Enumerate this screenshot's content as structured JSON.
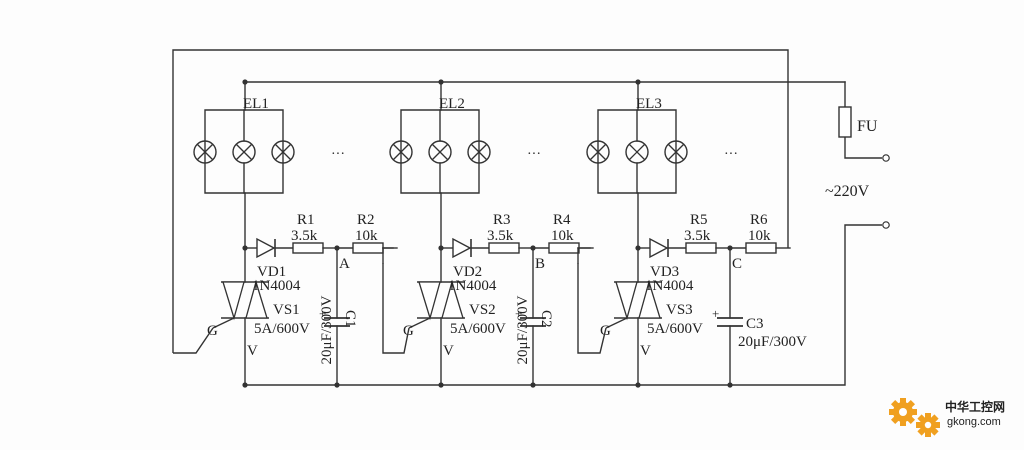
{
  "diagram": {
    "supply_label": "~220V",
    "fuse_label": "FU",
    "gate_label": "G",
    "v_label": "V",
    "ellipsis": "···",
    "stages": [
      {
        "lamp": "EL1",
        "r_a": "R1",
        "r_a_val": "3.5k",
        "r_b": "R2",
        "r_b_val": "10k",
        "node": "A",
        "diode": "VD1",
        "diode_type": "1N4004",
        "triac": "VS1",
        "triac_rating": "5A/600V",
        "cap": "C1",
        "cap_val": "20μF/300V"
      },
      {
        "lamp": "EL2",
        "r_a": "R3",
        "r_a_val": "3.5k",
        "r_b": "R4",
        "r_b_val": "10k",
        "node": "B",
        "diode": "VD2",
        "diode_type": "1N4004",
        "triac": "VS2",
        "triac_rating": "5A/600V",
        "cap": "C2",
        "cap_val": "20μF/300V"
      },
      {
        "lamp": "EL3",
        "r_a": "R5",
        "r_a_val": "3.5k",
        "r_b": "R6",
        "r_b_val": "10k",
        "node": "C",
        "diode": "VD3",
        "diode_type": "1N4004",
        "triac": "VS3",
        "triac_rating": "5A/600V",
        "cap": "C3",
        "cap_val": "20μF/300V"
      }
    ]
  },
  "watermark": {
    "name": "中华工控网",
    "url": "gkong.com",
    "colors": {
      "gear": "#f0a020",
      "text": "#e07a10"
    }
  }
}
